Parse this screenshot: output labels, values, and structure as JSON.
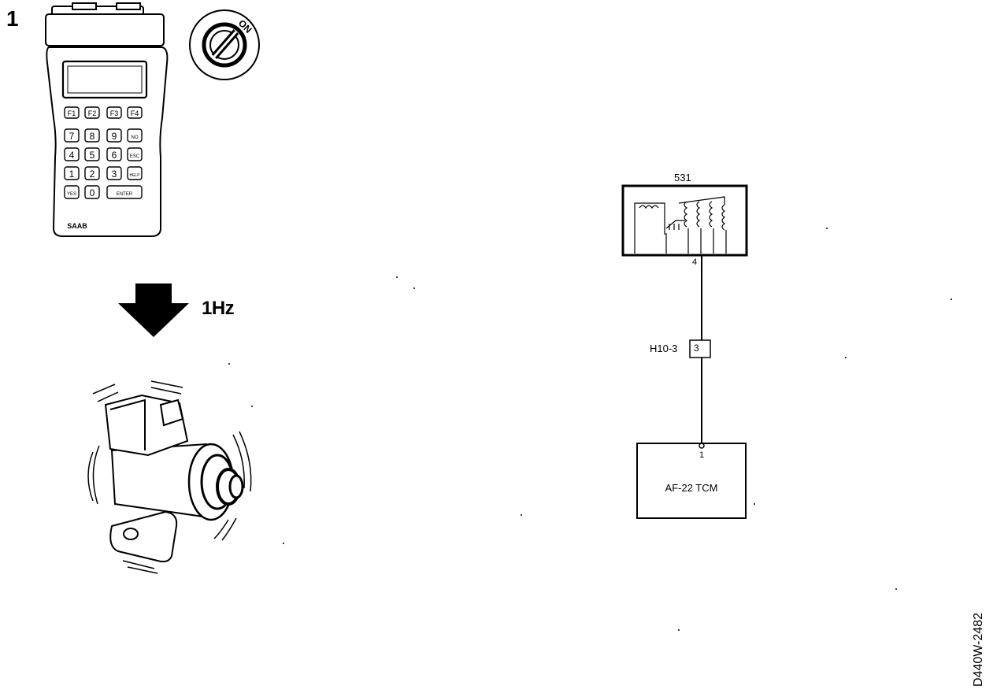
{
  "figure": {
    "step_number": "1",
    "frequency_label": "1Hz",
    "drawing_code": "D440W-2482",
    "tester": {
      "brand": "SAAB",
      "keys": [
        "F1",
        "F2",
        "F3",
        "F4",
        "7",
        "8",
        "9",
        "NO",
        "4",
        "5",
        "6",
        "ESC",
        "1",
        "2",
        "3",
        "HELP",
        "YES",
        "0",
        "ENTER"
      ]
    },
    "ignition": {
      "position_label": "ON"
    }
  },
  "wiring": {
    "component_top": "531",
    "component_top_pin": "4",
    "connector_label": "H10-3",
    "connector_pin": "3",
    "component_bottom_pin": "1",
    "component_bottom": "AF-22 TCM"
  },
  "icons": [
    "diagnostic-tester-icon",
    "ignition-key-icon",
    "down-arrow-icon",
    "solenoid-valve-icon",
    "relay-icon"
  ]
}
